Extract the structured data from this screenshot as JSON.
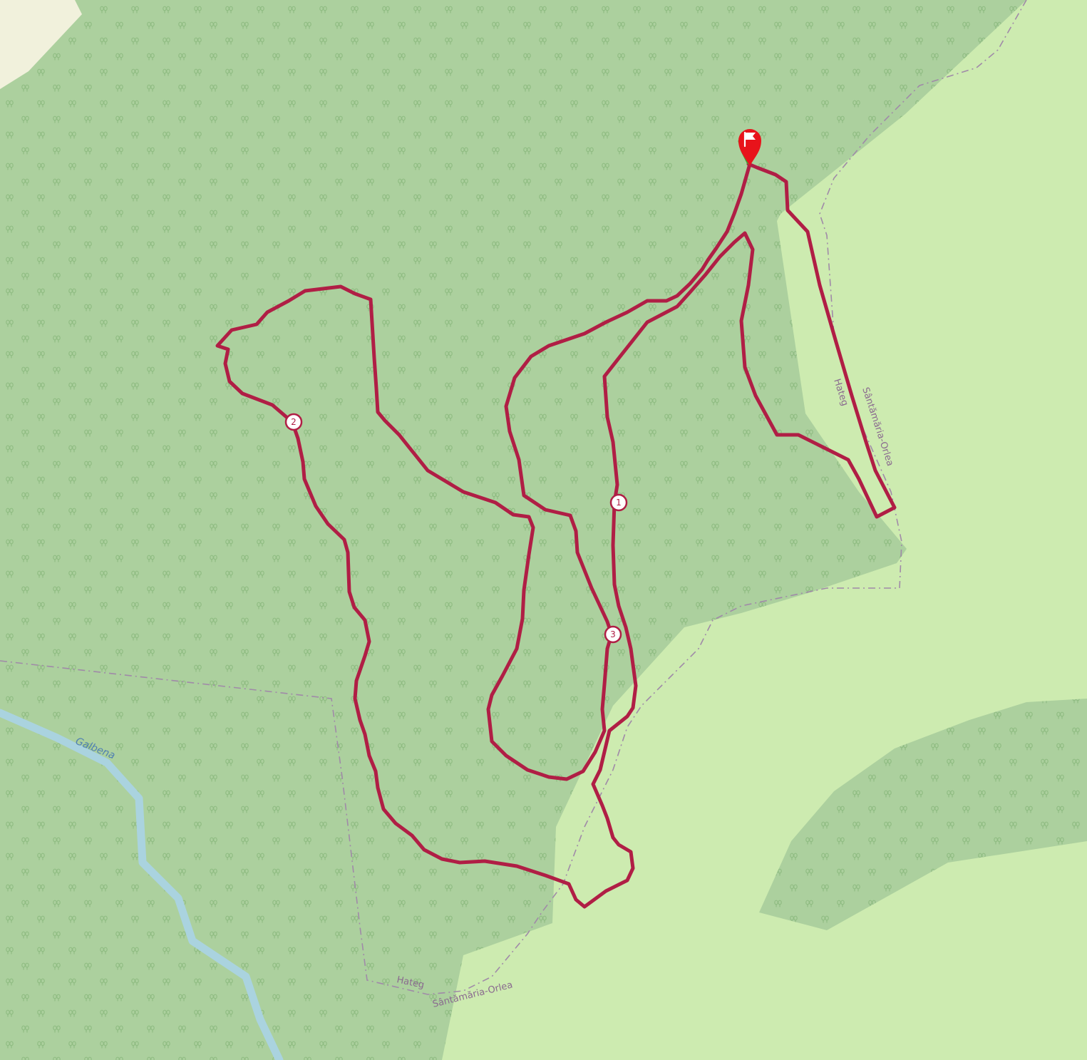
{
  "map": {
    "colors": {
      "forest": "#acd09e",
      "meadow": "#cdebb0",
      "settlement": "#f1f1dc",
      "river": "#aad3df",
      "route": "#b01e45",
      "boundary": "#a08aa8",
      "tree_symbol": "#8fbc82",
      "marker": "#e8131b",
      "start_green": "#3aa535"
    },
    "labels": {
      "river_name": "Galbena",
      "boundary_left_upper": "Hateg",
      "boundary_left_lower": "Sântămăria-Orlea",
      "boundary_right_upper": "Hateg",
      "boundary_right_lower": "Sântămăria-Orlea"
    },
    "waypoints": [
      {
        "label": "1"
      },
      {
        "label": "2"
      },
      {
        "label": "3"
      }
    ],
    "start_marker_icon": "flag-icon"
  }
}
